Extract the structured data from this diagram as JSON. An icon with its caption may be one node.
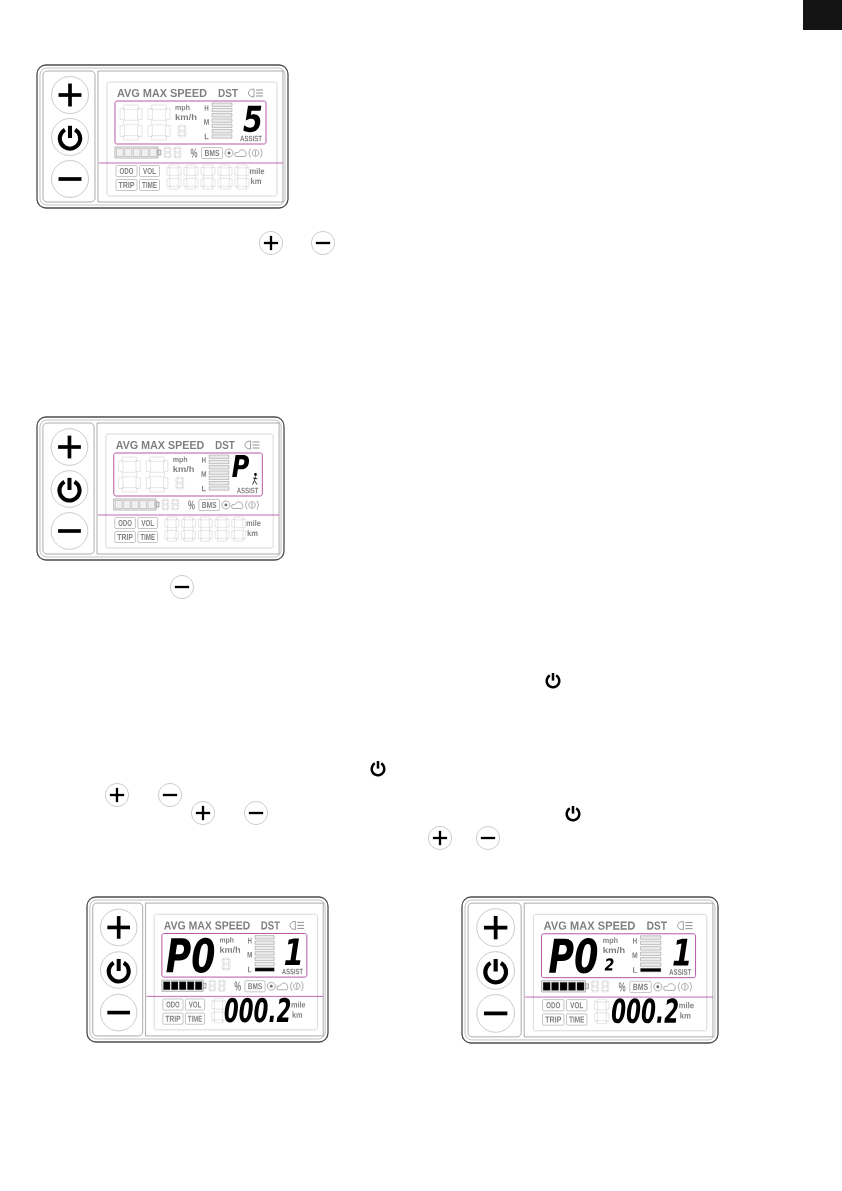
{
  "diagram": {
    "nodes": [
      {
        "text": [
          "AVG MAX SPEED",
          "DST",
          "mph",
          "km/h",
          "H",
          "M",
          "L",
          "5",
          "ASSIST",
          "%",
          "BMS",
          "ODO",
          "VOL",
          "TRIP",
          "TIME",
          "mile",
          "km"
        ]
      },
      {
        "text": [
          "AVG MAX SPEED",
          "DST",
          "mph",
          "km/h",
          "H",
          "M",
          "L",
          "P",
          "ASSIST",
          "%",
          "BMS",
          "ODO",
          "VOL",
          "TRIP",
          "TIME",
          "mile",
          "km"
        ]
      },
      {
        "text": [
          "AVG MAX SPEED",
          "DST",
          "P0",
          "mph",
          "km/h",
          "H",
          "M",
          "L",
          "1",
          "ASSIST",
          "%",
          "BMS",
          "ODO",
          "VOL",
          "TRIP",
          "TIME",
          "000.2",
          "mile",
          "km"
        ]
      },
      {
        "text": [
          "AVG MAX SPEED",
          "DST",
          "P0",
          "mph",
          "km/h",
          "2",
          "H",
          "M",
          "L",
          "1",
          "ASSIST",
          "%",
          "BMS",
          "ODO",
          "VOL",
          "TRIP",
          "TIME",
          "000.2",
          "mile",
          "km"
        ]
      }
    ]
  }
}
